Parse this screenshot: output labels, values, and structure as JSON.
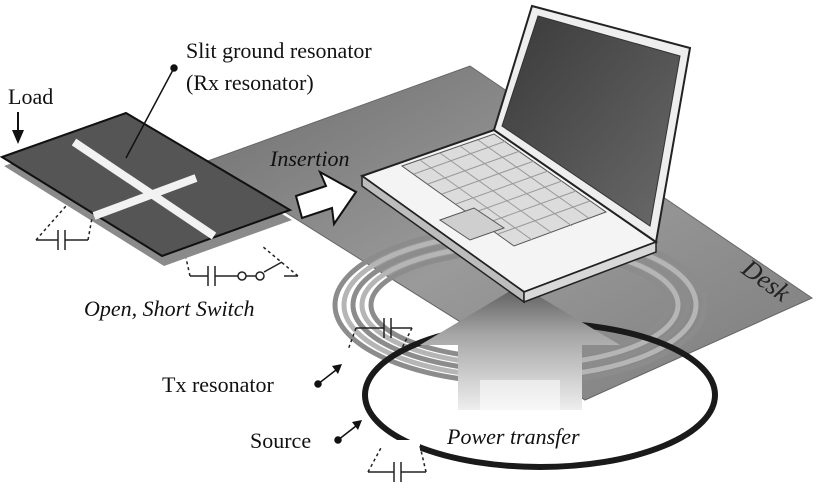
{
  "labels": {
    "rx_resonator_line1": "Slit ground resonator",
    "rx_resonator_line2": "(Rx resonator)",
    "load": "Load",
    "insertion": "Insertion",
    "desk": "Desk",
    "switch": "Open, Short Switch",
    "tx_resonator": "Tx resonator",
    "source": "Source",
    "power_transfer": "Power transfer"
  },
  "colors": {
    "desk": "#8a8a8a",
    "resonator_plate": "#555555",
    "coil": "#9a9a9a",
    "source_loop": "#1a1a1a",
    "laptop_screen": "#4a4a4a",
    "arrow": "#bdbdbd"
  }
}
